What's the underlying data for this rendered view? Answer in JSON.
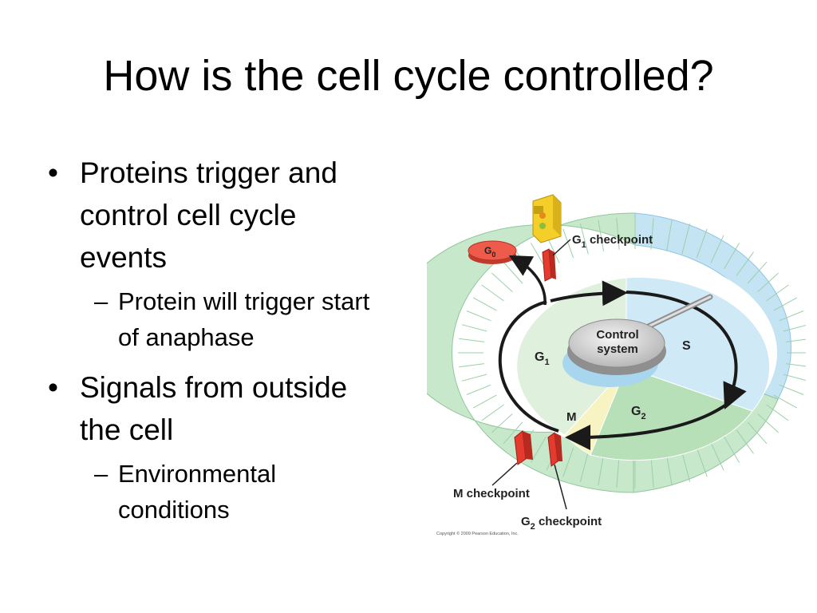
{
  "slide": {
    "title": "How is the cell cycle controlled?",
    "bullets": [
      {
        "text_lines": [
          "Proteins trigger and",
          "control cell cycle",
          "events"
        ],
        "sub": {
          "lines": [
            "Protein will trigger start",
            "of anaphase"
          ]
        }
      },
      {
        "text_lines": [
          "Signals from outside",
          "the cell"
        ],
        "sub": {
          "lines": [
            "Environmental",
            "conditions"
          ]
        }
      }
    ],
    "bullet_glyph": "•",
    "dash_glyph": "–"
  },
  "diagram": {
    "phases": {
      "g1": "G",
      "g1_sub": "1",
      "s": "S",
      "g2": "G",
      "g2_sub": "2",
      "m": "M",
      "g0": "G",
      "g0_sub": "0"
    },
    "control_system": [
      "Control",
      "system"
    ],
    "checkpoints": {
      "g1_pre": "G",
      "g1_sub": "1",
      "g1_post": " checkpoint",
      "m": "M checkpoint",
      "g2_pre": "G",
      "g2_sub": "2",
      "g2_post": " checkpoint"
    },
    "copyright": "Copyright © 2009 Pearson Education, Inc.",
    "colors": {
      "g1": "#dff0dc",
      "s": "#cfe9f6",
      "g2": "#b7e0b8",
      "m": "#f7f3c2",
      "ring_green": "#c8e8cc",
      "ring_blue": "#c4e4f4",
      "barrier": "#e53a2e",
      "g0": "#ee5b4a",
      "arrow": "#1a1a1a",
      "light": "#f4cf2a"
    }
  }
}
